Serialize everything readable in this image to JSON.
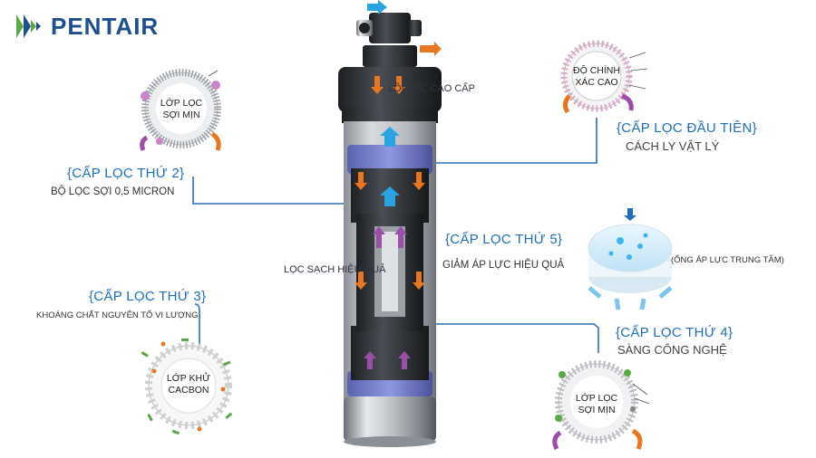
{
  "brand": {
    "name": "PENTAIR"
  },
  "filter_core_label": "LÕI LỌC CAO CẤP",
  "clean_filter_label": "LỌC SẠCH HIỆU QUẢ",
  "stages": {
    "stage1": {
      "title": "{CẤP LỌC ĐẦU TIÊN}",
      "subtitle": "CÁCH LY VẬT LÝ",
      "circle_label_line1": "ĐỘ CHÍNH",
      "circle_label_line2": "XÁC CAO"
    },
    "stage2": {
      "title": "{CẤP LỌC THỨ 2}",
      "subtitle": "BỘ LỌC SỢI 0,5 MICRON",
      "circle_label_line1": "LỚP LỌC",
      "circle_label_line2": "SỢI MỊN"
    },
    "stage3": {
      "title": "{CẤP LỌC THỨ 3}",
      "subtitle": "KHOÁNG CHẤT NGUYÊN TỐ VI LƯỢNG",
      "circle_label_line1": "LỚP KHỬ",
      "circle_label_line2": "CACBON"
    },
    "stage4": {
      "title": "{CẤP LỌC THỨ 4}",
      "subtitle": "SÀNG CÔNG NGHỆ",
      "circle_label_line1": "LỚP LỌC",
      "circle_label_line2": "SỢI MỊN"
    },
    "stage5": {
      "title": "{CẤP LỌC THỨ 5}",
      "subtitle": "GIẢM ÁP LỰC HIỆU QUẢ",
      "side_note": "(ỐNG ÁP LỰC TRUNG TÂM)"
    }
  },
  "colors": {
    "brand": "#1c4f8c",
    "brand_green": "#5aa846",
    "title_blue": "#1e6fb8",
    "connector_blue": "#2b6fb3",
    "arrow_orange": "#e87722",
    "arrow_purple": "#9b4fa8",
    "arrow_blue": "#2aa3e0"
  }
}
